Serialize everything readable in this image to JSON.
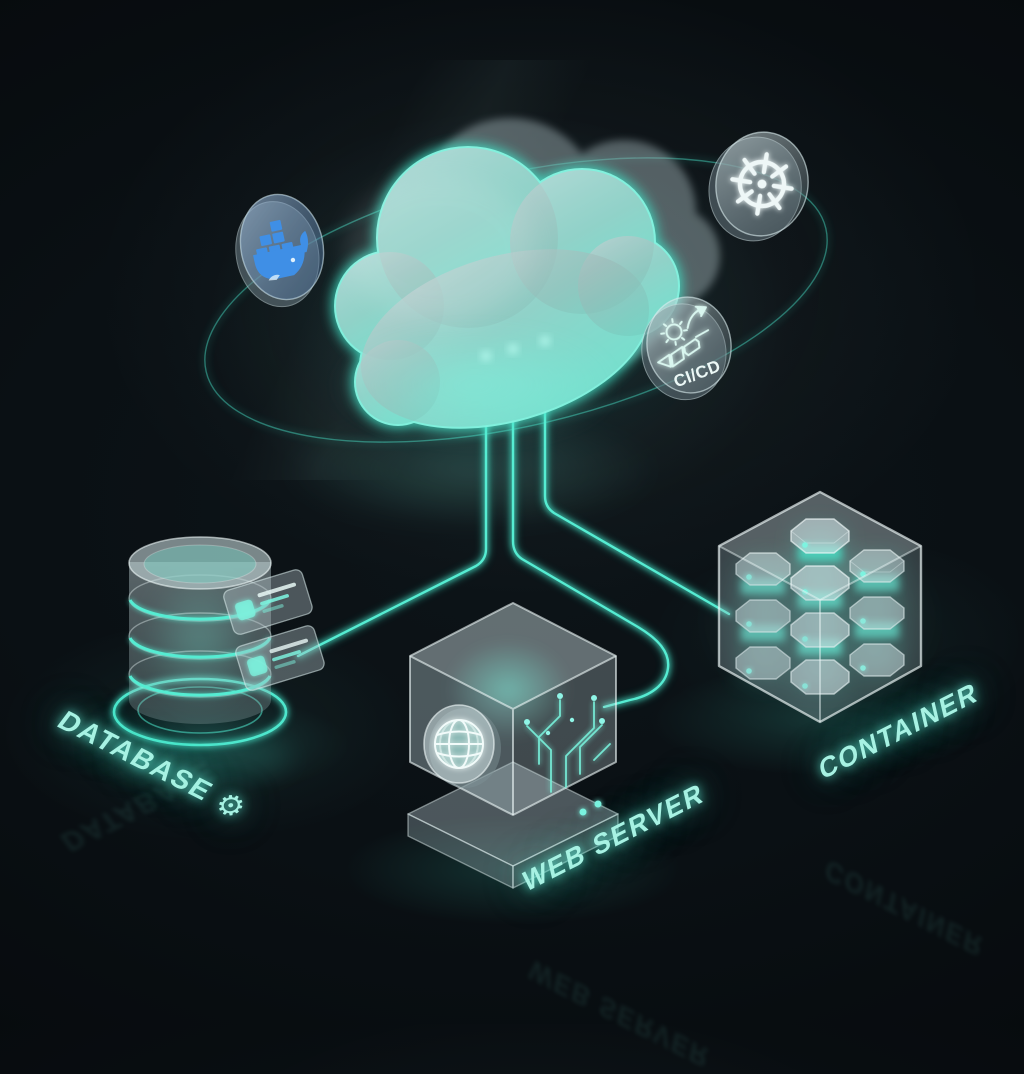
{
  "diagram": {
    "cloud": {
      "icon": "cloud-icon"
    },
    "orbit_badges": [
      {
        "id": "docker",
        "icon": "docker-whale-icon",
        "color": "#3f8fe6"
      },
      {
        "id": "kubernetes",
        "icon": "kubernetes-helm-icon",
        "color": "#e9f4f3"
      },
      {
        "id": "cicd",
        "icon": "cicd-pipeline-icon",
        "label": "CI/CD"
      }
    ],
    "nodes": [
      {
        "id": "database",
        "label": "DATABASE",
        "suffix_icon": "gear-icon",
        "suffix_glyph": "⚙"
      },
      {
        "id": "web-server",
        "label": "WEB SERVER"
      },
      {
        "id": "container",
        "label": "CONTAINER"
      }
    ],
    "colors": {
      "background": "#0a1014",
      "accent_teal": "#5eead4",
      "line_teal": "#4be8cd",
      "label_teal": "#a7f2e3",
      "docker_blue": "#3f8fe6",
      "glass_light": "#d7e6e8"
    }
  }
}
